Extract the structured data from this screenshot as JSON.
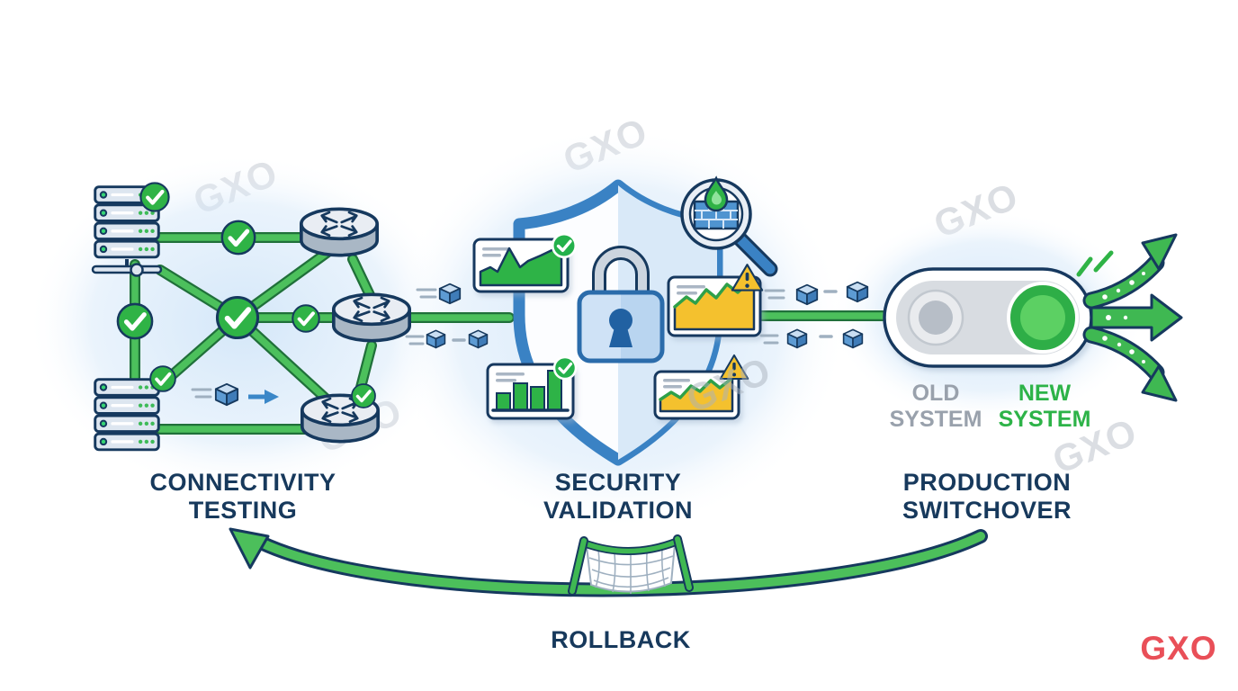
{
  "watermark": {
    "text": "GXO"
  },
  "brand": {
    "logo_text": "GXO",
    "logo_color": "#e94f58"
  },
  "stages": [
    {
      "line1": "CONNECTIVITY",
      "line2": "TESTING"
    },
    {
      "line1": "SECURITY",
      "line2": "VALIDATION"
    },
    {
      "line1": "PRODUCTION",
      "line2": "SWITCHOVER"
    }
  ],
  "toggle": {
    "old": {
      "line1": "OLD",
      "line2": "SYSTEM",
      "color": "#99a1ac",
      "state": "off"
    },
    "new": {
      "line1": "NEW",
      "line2": "SYSTEM",
      "color": "#2db348",
      "state": "on"
    }
  },
  "rollback": {
    "label": "ROLLBACK"
  },
  "icons": {
    "server_rack": "server-rack-icon",
    "router": "router-icon",
    "check": "check-circle-icon",
    "check_badge": "check-badge-icon",
    "warning": "warning-triangle-icon",
    "packet": "data-packet-cube-icon",
    "shield": "security-shield-icon",
    "lock": "padlock-icon",
    "magnifier_firewall": "firewall-inspection-magnifier-icon",
    "chart_area": "area-chart-icon",
    "chart_bar": "bar-chart-icon",
    "toggle_switch": "system-toggle-switch-icon",
    "safety_net": "safety-net-icon",
    "rollback_arrow": "rollback-arrow-icon",
    "traffic_arrows": "traffic-out-arrows-icon"
  },
  "colors": {
    "green": "#2fb346",
    "line_green": "#4cc05c",
    "navy": "#16395e",
    "shield_blue": "#3a82c4",
    "packet_blue": "#5d9bd3",
    "warning_yellow": "#f4c12d",
    "old_gray": "#99a1ac",
    "new_green": "#2db348",
    "logo_red": "#e94f58"
  }
}
